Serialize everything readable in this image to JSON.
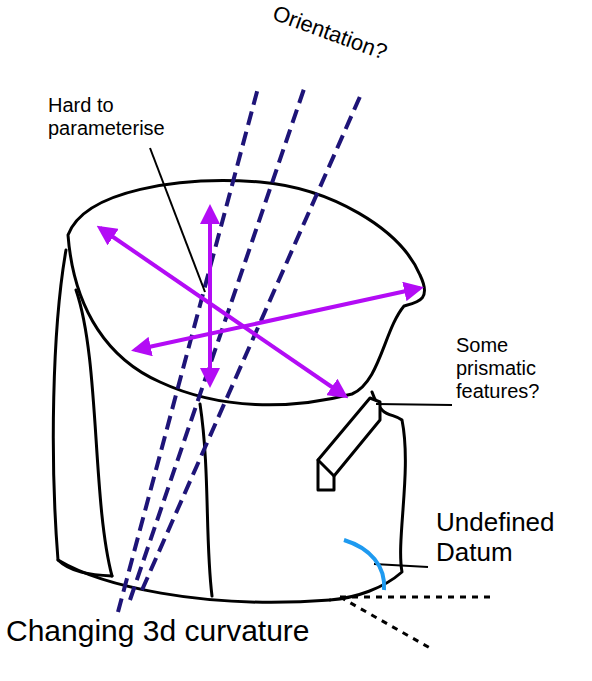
{
  "diagram": {
    "labels": [
      "Orientation?",
      "Hard to parameterise",
      "Some prismatic features?",
      "Undefined Datum",
      "Changing 3d curvature"
    ]
  }
}
